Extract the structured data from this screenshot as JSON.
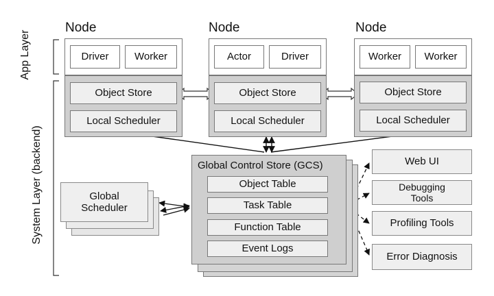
{
  "layers": {
    "app": "App Layer",
    "system": "System Layer (backend)"
  },
  "nodes": [
    {
      "title": "Node",
      "processes": [
        "Driver",
        "Worker"
      ],
      "object_store": "Object Store",
      "local_scheduler": "Local Scheduler"
    },
    {
      "title": "Node",
      "processes": [
        "Actor",
        "Driver"
      ],
      "object_store": "Object Store",
      "local_scheduler": "Local Scheduler"
    },
    {
      "title": "Node",
      "processes": [
        "Worker",
        "Worker"
      ],
      "object_store": "Object Store",
      "local_scheduler": "Local Scheduler"
    }
  ],
  "gcs": {
    "title": "Global Control Store (GCS)",
    "tables": [
      "Object Table",
      "Task Table",
      "Function Table",
      "Event Logs"
    ]
  },
  "global_scheduler": "Global\nScheduler",
  "tools": [
    "Web UI",
    "Debugging\nTools",
    "Profiling Tools",
    "Error Diagnosis"
  ]
}
